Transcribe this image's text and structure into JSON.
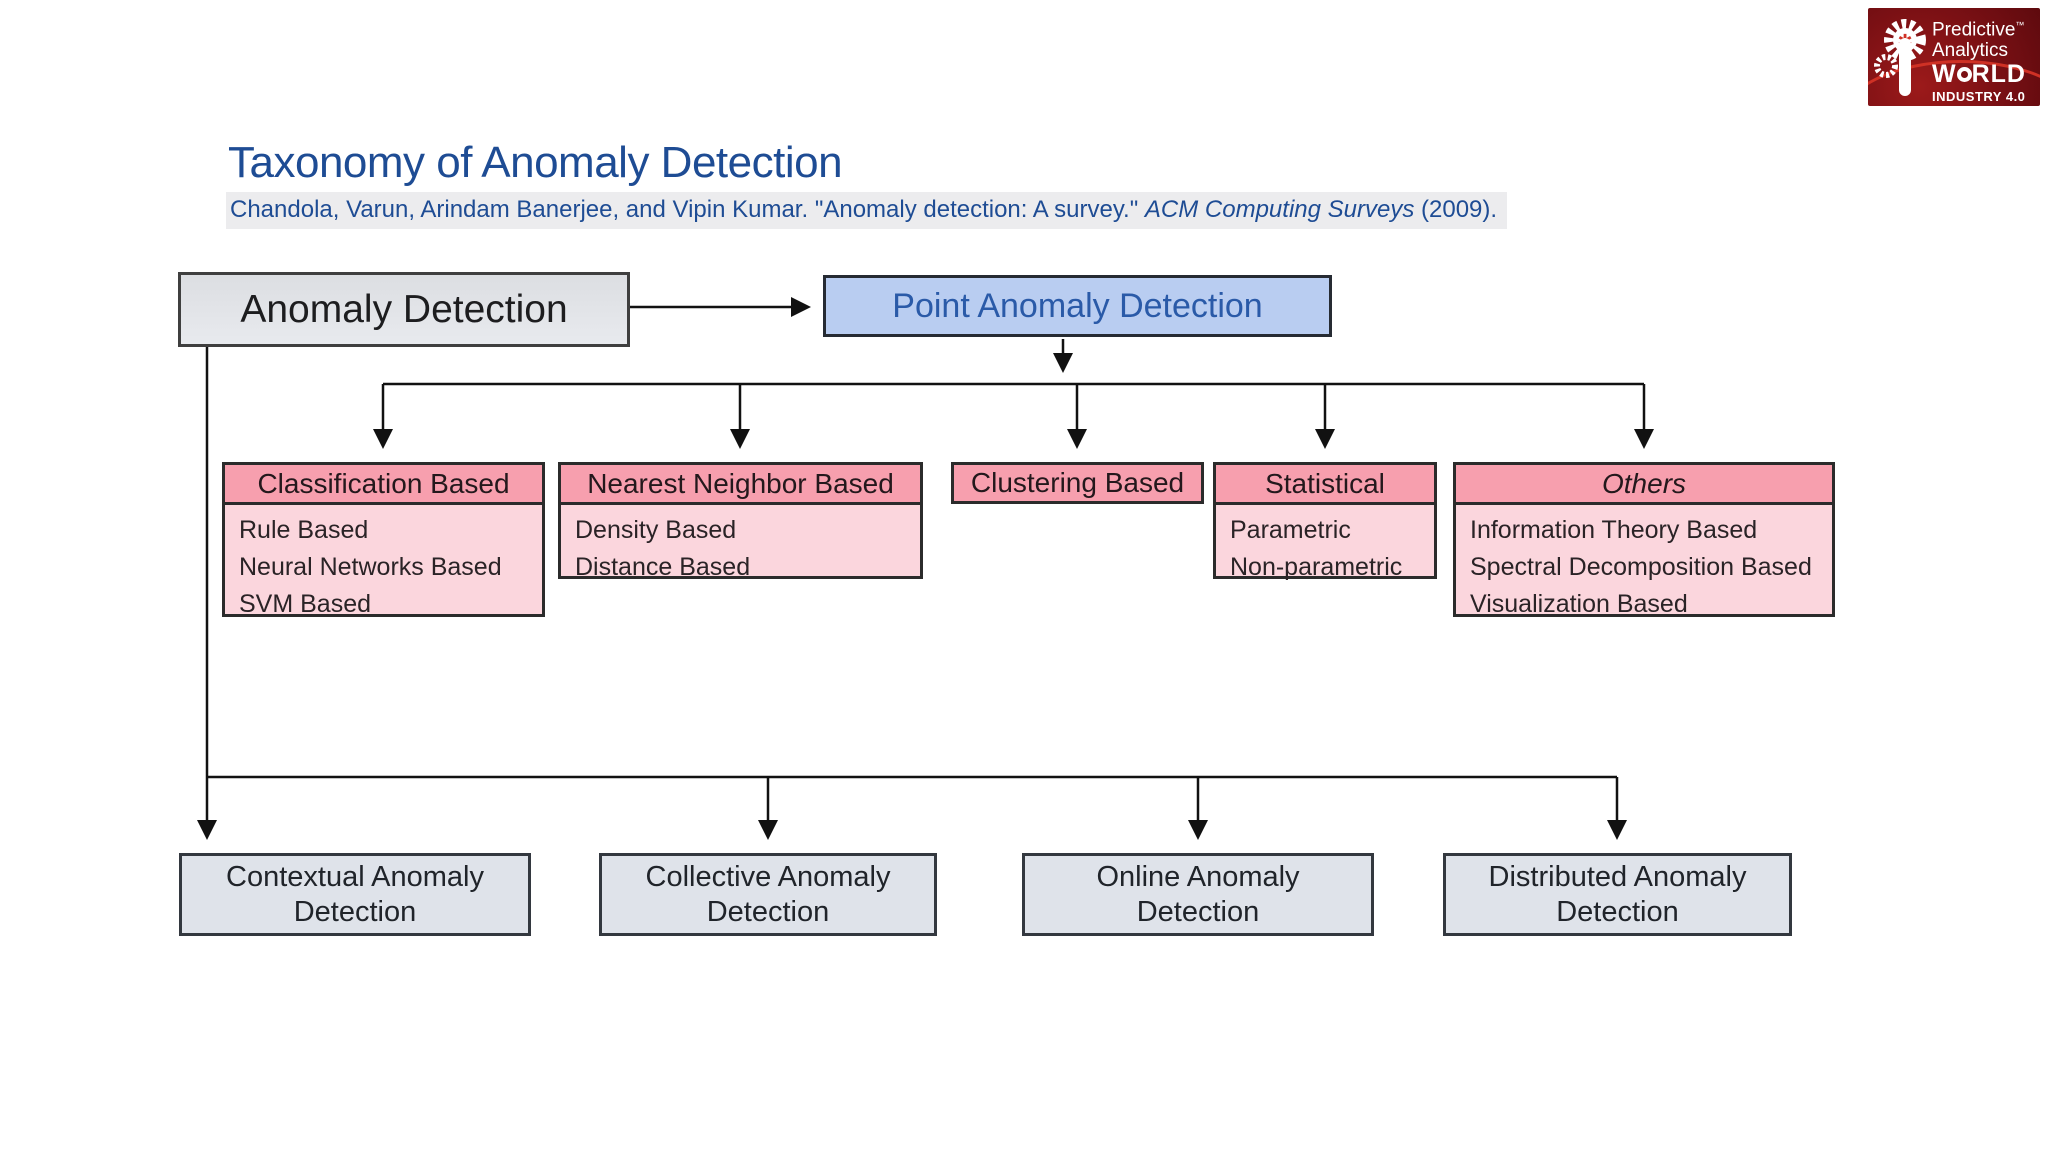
{
  "slide": {
    "title": "Taxonomy of Anomaly Detection",
    "citation_plain": "Chandola, Varun, Arindam Banerjee, and Vipin Kumar. \"Anomaly detection: A survey.\" ",
    "citation_italic": "ACM Computing Surveys",
    "citation_suffix": " (2009)."
  },
  "logo": {
    "line1": "Predictive",
    "tm": "™",
    "line2": "Analytics",
    "world_w": "W",
    "world_rld": "RLD",
    "line4": "INDUSTRY 4.0"
  },
  "diagram": {
    "root_label": "Anomaly Detection",
    "point_label": "Point Anomaly Detection",
    "categories": [
      {
        "title": "Classification Based",
        "items": [
          "Rule Based",
          "Neural Networks Based",
          "SVM Based"
        ]
      },
      {
        "title": "Nearest Neighbor Based",
        "items": [
          "Density Based",
          "Distance Based"
        ]
      },
      {
        "title": "Clustering Based",
        "items": []
      },
      {
        "title": "Statistical",
        "items": [
          "Parametric",
          "Non-parametric"
        ]
      },
      {
        "title": "Others",
        "items": [
          "Information Theory Based",
          "Spectral Decomposition Based",
          "Visualization Based"
        ]
      }
    ],
    "bottom": [
      {
        "label": "Contextual Anomaly Detection"
      },
      {
        "label": "Collective Anomaly Detection"
      },
      {
        "label": "Online Anomaly Detection"
      },
      {
        "label": "Distributed Anomaly Detection"
      }
    ],
    "colors": {
      "title_blue": "#1e4c94",
      "root_fill": "#e2e4e8",
      "point_fill": "#b9cdf1",
      "point_text": "#2a5aa8",
      "pink_header": "#f79fae",
      "pink_body": "#fbd6dd",
      "bottom_fill": "#dfe3ea",
      "line_black": "#111111",
      "logo_red": "#7a1014",
      "arc_red": "#cf3125"
    }
  }
}
